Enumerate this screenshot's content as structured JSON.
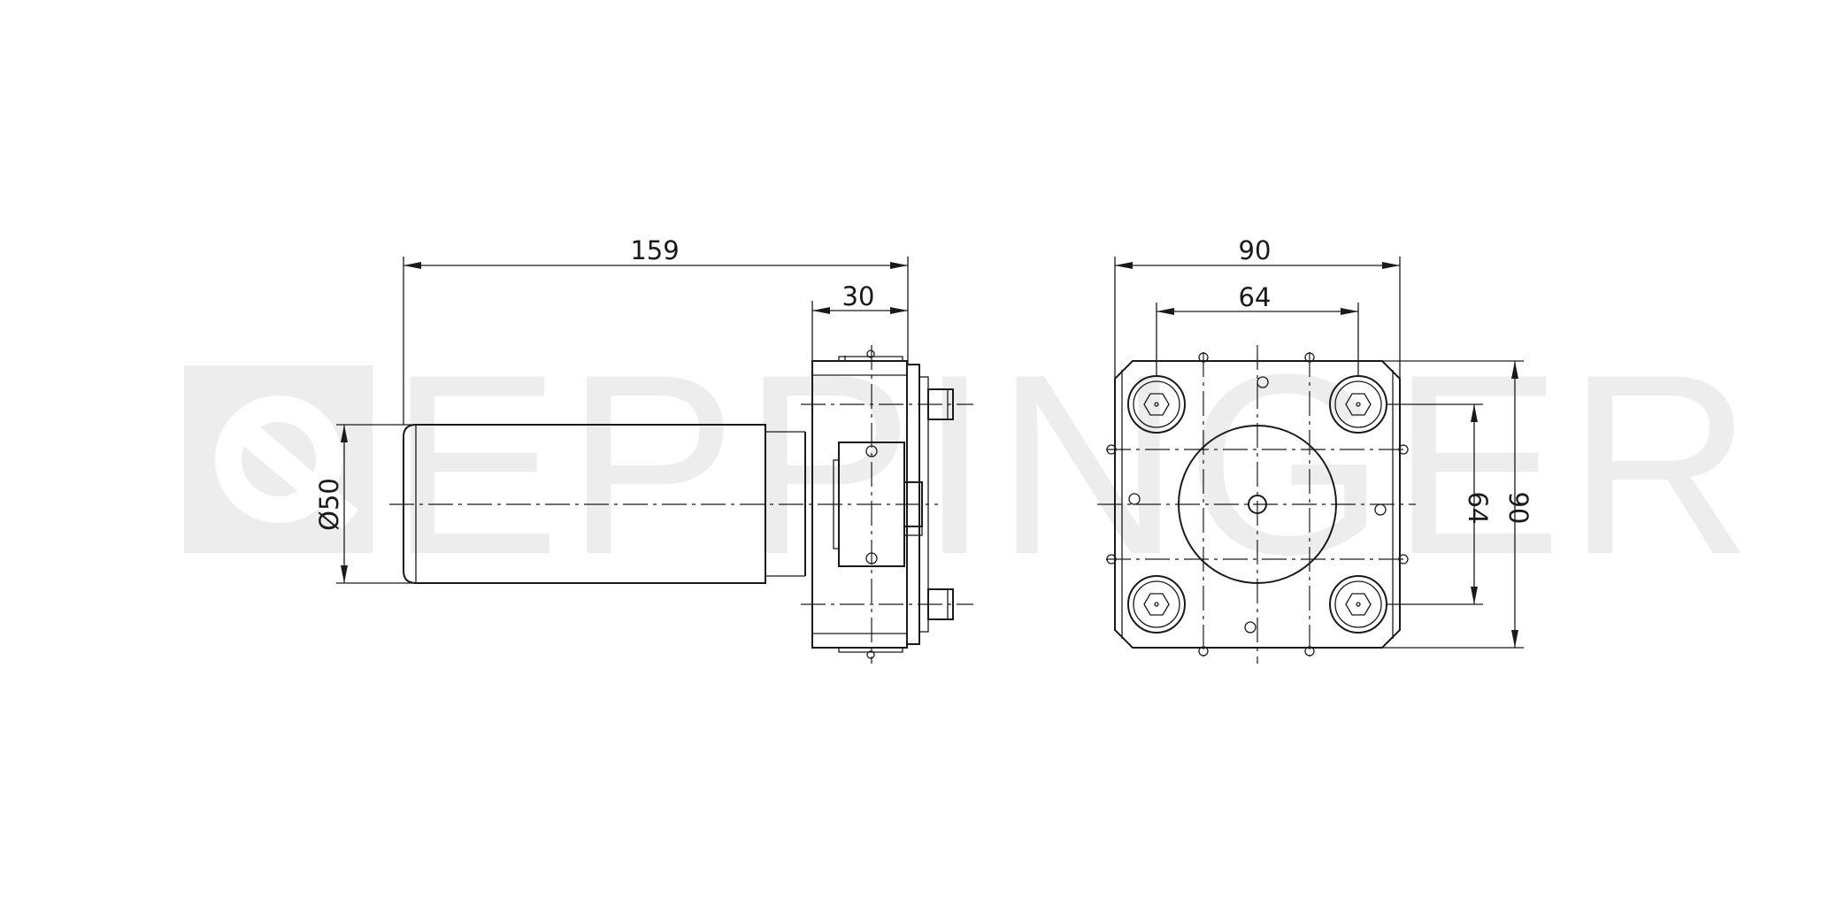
{
  "watermark": {
    "text": "EPPINGER",
    "color": "#ededed"
  },
  "side_view": {
    "dim_total_length": "159",
    "dim_flange_length": "30",
    "dim_shank_diameter": "Ø50"
  },
  "front_view": {
    "dim_width": "90",
    "dim_bolt_spacing_h": "64",
    "dim_bolt_spacing_v": "64",
    "dim_height": "90"
  },
  "colors": {
    "line": "#1a1a1a",
    "background": "#ffffff"
  }
}
